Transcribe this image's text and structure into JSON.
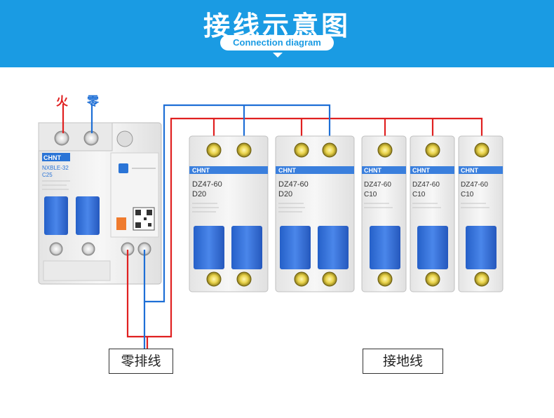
{
  "header": {
    "title": "接线示意图",
    "subtitle": "Connection diagram"
  },
  "wire_labels": {
    "live": "火",
    "neutral": "零"
  },
  "bars": {
    "neutral_bar": "零排线",
    "ground_bar": "接地线"
  },
  "rcbo": {
    "brand": "CHNT",
    "model": "NXBLE-32",
    "rating": "C25"
  },
  "breakers": [
    {
      "brand": "CHNT",
      "model": "DZ47-60",
      "rating": "D20",
      "poles": 2
    },
    {
      "brand": "CHNT",
      "model": "DZ47-60",
      "rating": "D20",
      "poles": 2
    },
    {
      "brand": "CHNT",
      "model": "DZ47-60",
      "rating": "C10",
      "poles": 1
    },
    {
      "brand": "CHNT",
      "model": "DZ47-60",
      "rating": "C10",
      "poles": 1
    },
    {
      "brand": "CHNT",
      "model": "DZ47-60",
      "rating": "C10",
      "poles": 1
    }
  ],
  "colors": {
    "banner": "#1a9be3",
    "live_wire": "#e02020",
    "neutral_wire": "#1e6fd6",
    "handle": "#2f6fd8",
    "device_body": "#f2f2f2"
  }
}
